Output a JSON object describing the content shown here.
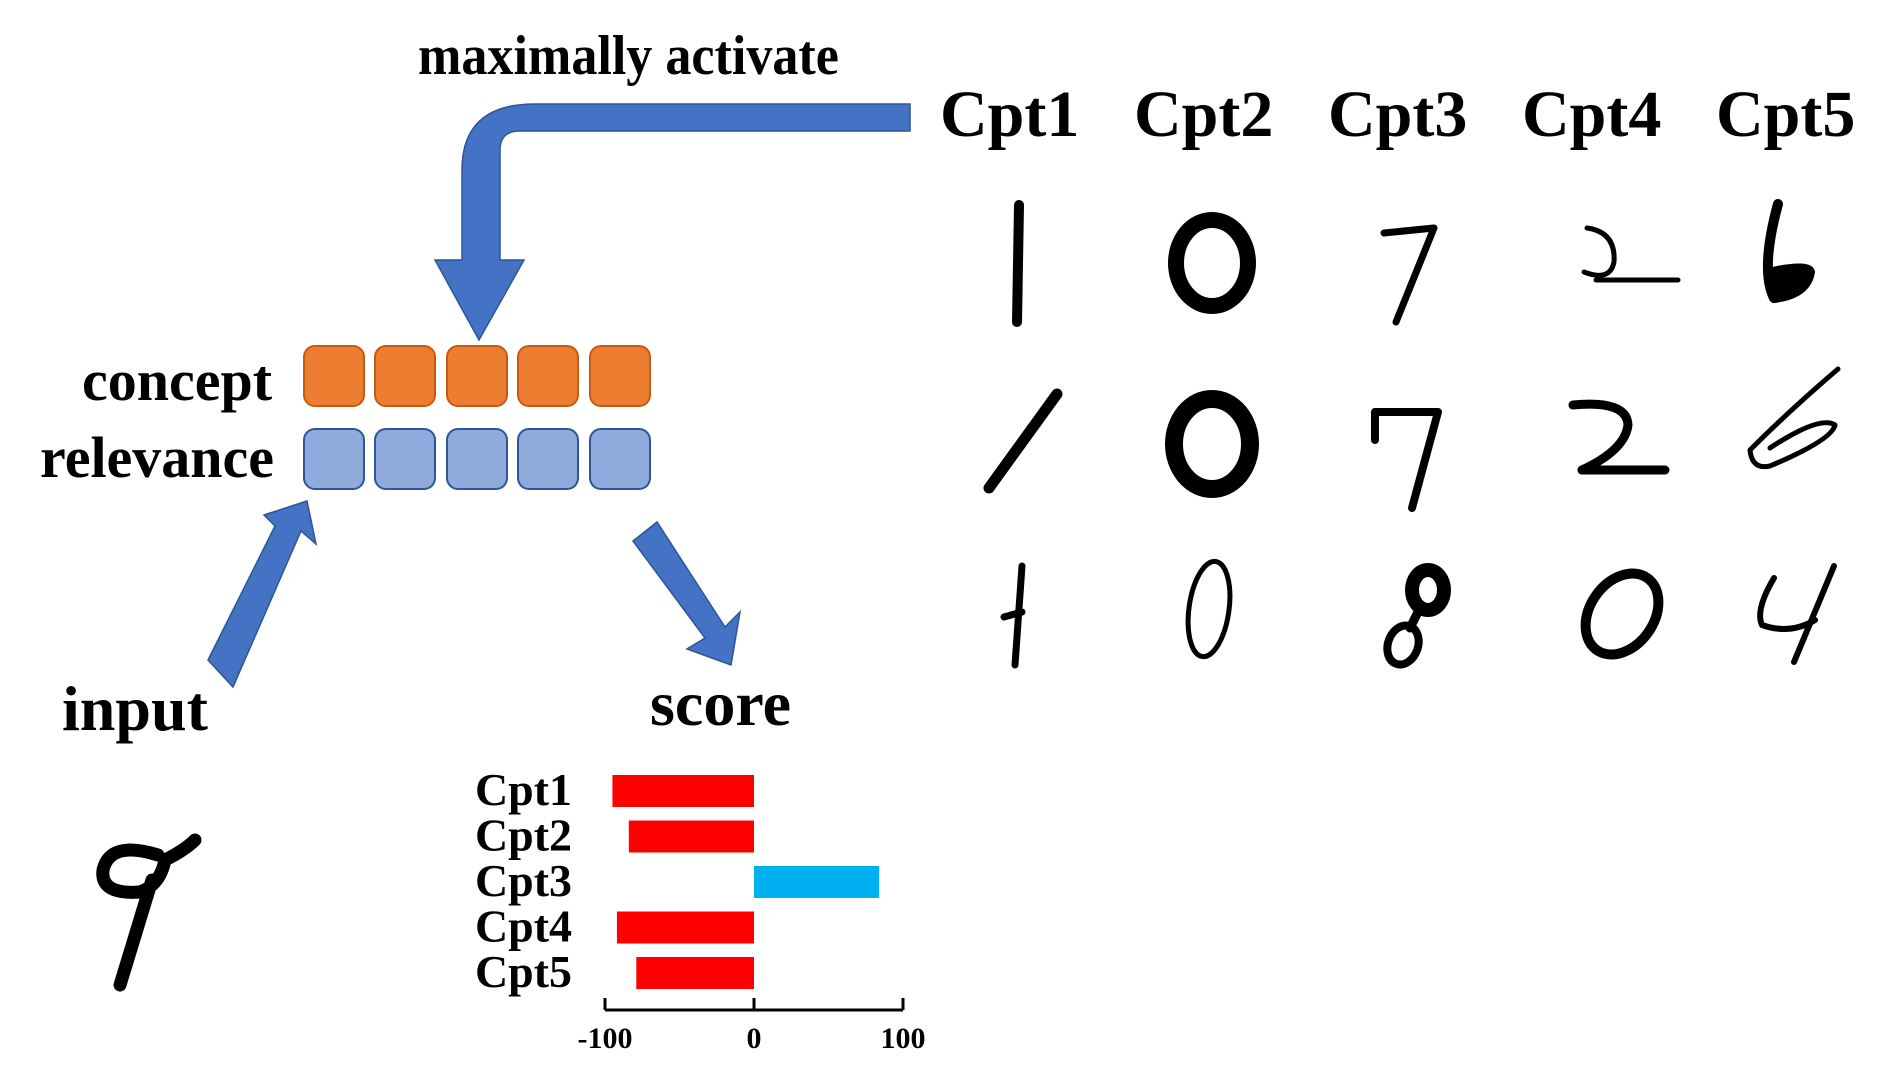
{
  "title": "maximally activate",
  "labels": {
    "concept": "concept",
    "relevance": "relevance",
    "input": "input",
    "score": "score"
  },
  "colors": {
    "arrow": "#4472C4",
    "concept_fill": "#ED7D31",
    "relevance_fill": "#8FAADC",
    "negative_bar": "#FF0000",
    "positive_bar": "#00B0F0"
  },
  "concept_units": 5,
  "relevance_units": 5,
  "concept_headers": [
    "Cpt1",
    "Cpt2",
    "Cpt3",
    "Cpt4",
    "Cpt5"
  ],
  "prototype_grid": [
    [
      "1",
      "0",
      "7",
      "2",
      "6"
    ],
    [
      "1",
      "0",
      "7",
      "2",
      "6"
    ],
    [
      "1",
      "0",
      "8",
      "0",
      "4"
    ]
  ],
  "input_digit": "9",
  "chart_data": {
    "type": "bar",
    "orientation": "horizontal",
    "categories": [
      "Cpt1",
      "Cpt2",
      "Cpt3",
      "Cpt4",
      "Cpt5"
    ],
    "values": [
      -95,
      -84,
      84,
      -92,
      -79
    ],
    "xlim": [
      -100,
      100
    ],
    "xticks": [
      "-100",
      "0",
      "100"
    ],
    "title": "",
    "xlabel": "",
    "ylabel": "",
    "grid": false
  }
}
